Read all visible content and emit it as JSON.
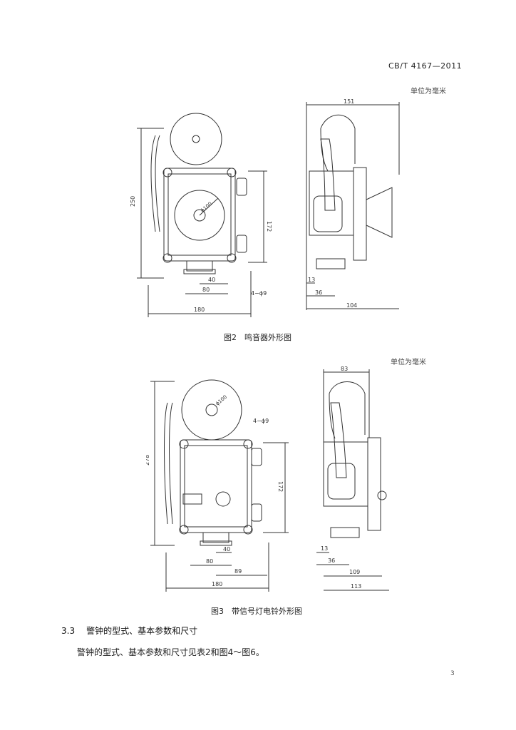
{
  "header": {
    "standard_code": "CB/T 4167—2011"
  },
  "figure2": {
    "unit_note": "单位为毫米",
    "caption": "图2　鸣音器外形图",
    "front": {
      "dim_height": "250",
      "dim_inner": "172",
      "dim_40": "40",
      "dim_80": "80",
      "dim_width": "180",
      "dim_hole": "4−ϕ9",
      "dim_dia": "ϕ100"
    },
    "side": {
      "dim_top": "151",
      "dim_13": "13",
      "dim_36": "36",
      "dim_104": "104"
    }
  },
  "figure3": {
    "unit_note": "单位为毫米",
    "caption": "图3　带信号灯电铃外形图",
    "front": {
      "dim_height": "278",
      "dim_inner": "172",
      "dim_40": "40",
      "dim_80": "80",
      "dim_89": "89",
      "dim_width": "180",
      "dim_hole": "4−ϕ9",
      "dim_dia": "ϕ100"
    },
    "side": {
      "dim_top": "83",
      "dim_13": "13",
      "dim_36": "36",
      "dim_109": "109",
      "dim_113": "113"
    }
  },
  "section": {
    "number": "3.3",
    "title": "警钟的型式、基本参数和尺寸",
    "body": "警钟的型式、基本参数和尺寸见表2和图4～图6。"
  },
  "page_number": "3"
}
